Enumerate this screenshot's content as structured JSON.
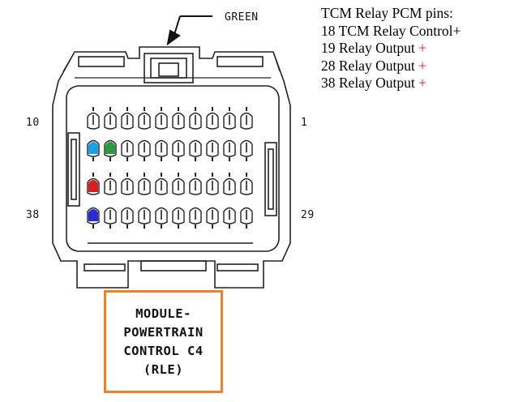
{
  "labels": {
    "green": "GREEN",
    "pin_10": "10",
    "pin_1": "1",
    "pin_38": "38",
    "pin_29": "29"
  },
  "notes": {
    "title": "TCM Relay PCM pins:",
    "items": [
      {
        "pin": "18",
        "text": "TCM Relay Control",
        "sign": "+",
        "sign_color": "#000000"
      },
      {
        "pin": "19",
        "text": "Relay Output",
        "sign": "+",
        "sign_color": "#e0141b"
      },
      {
        "pin": "28",
        "text": "Relay Output",
        "sign": "+",
        "sign_color": "#e0141b"
      },
      {
        "pin": "38",
        "text": "Relay Output",
        "sign": "+",
        "sign_color": "#e0141b"
      }
    ]
  },
  "module_box": {
    "lines": [
      "MODULE-",
      "POWERTRAIN",
      "CONTROL C4",
      "(RLE)"
    ],
    "border_color": "#f07f26"
  },
  "pin_colors": {
    "cyan": "#1aa0e6",
    "green": "#2a9a3c",
    "red": "#d81e1e",
    "blue": "#2b2bd6"
  }
}
